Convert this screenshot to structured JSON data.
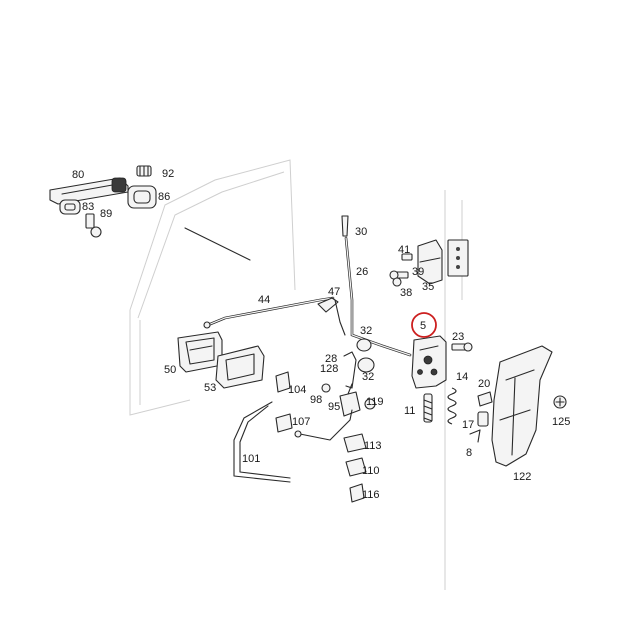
{
  "diagram": {
    "highlight_color": "#cc1f1f",
    "highlighted_part": "5",
    "labels": {
      "p80": "80",
      "p92": "92",
      "p86": "86",
      "p83": "83",
      "p89": "89",
      "p30": "30",
      "p26": "26",
      "p41": "41",
      "p39": "39",
      "p38": "38",
      "p35": "35",
      "p44": "44",
      "p47": "47",
      "p5": "5",
      "p23": "23",
      "p32a": "32",
      "p28": "28",
      "p128": "128",
      "p32b": "32",
      "p50": "50",
      "p53": "53",
      "p14": "14",
      "p20": "20",
      "p125": "125",
      "p104": "104",
      "p98": "98",
      "p95": "95",
      "p119": "119",
      "p11": "11",
      "p107": "107",
      "p17": "17",
      "p8": "8",
      "p113": "113",
      "p101": "101",
      "p110": "110",
      "p122": "122",
      "p116": "116"
    }
  }
}
